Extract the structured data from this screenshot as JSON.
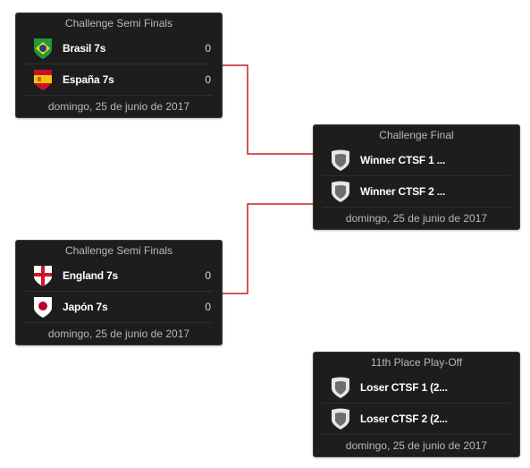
{
  "colors": {
    "card_bg": "#1d1d1d",
    "connector": "#c81e1e",
    "title_text": "#b8b8b8"
  },
  "matches": [
    {
      "title": "Challenge Semi Finals",
      "date": "domingo, 25 de junio de 2017",
      "teams": [
        {
          "name": "Brasil 7s",
          "score": "0",
          "icon": "brazil-flag-icon"
        },
        {
          "name": "España 7s",
          "score": "0",
          "icon": "spain-flag-icon"
        }
      ]
    },
    {
      "title": "Challenge Final",
      "date": "domingo, 25 de junio de 2017",
      "teams": [
        {
          "name": "Winner CTSF 1 ...",
          "score": "",
          "icon": "placeholder-shield-icon"
        },
        {
          "name": "Winner CTSF 2 ...",
          "score": "",
          "icon": "placeholder-shield-icon"
        }
      ]
    },
    {
      "title": "Challenge Semi Finals",
      "date": "domingo, 25 de junio de 2017",
      "teams": [
        {
          "name": "England 7s",
          "score": "0",
          "icon": "england-flag-icon"
        },
        {
          "name": "Japón 7s",
          "score": "0",
          "icon": "japan-flag-icon"
        }
      ]
    },
    {
      "title": "11th Place Play-Off",
      "date": "domingo, 25 de junio de 2017",
      "teams": [
        {
          "name": "Loser CTSF 1 (2...",
          "score": "",
          "icon": "placeholder-shield-icon"
        },
        {
          "name": "Loser CTSF 2 (2...",
          "score": "",
          "icon": "placeholder-shield-icon"
        }
      ]
    }
  ]
}
